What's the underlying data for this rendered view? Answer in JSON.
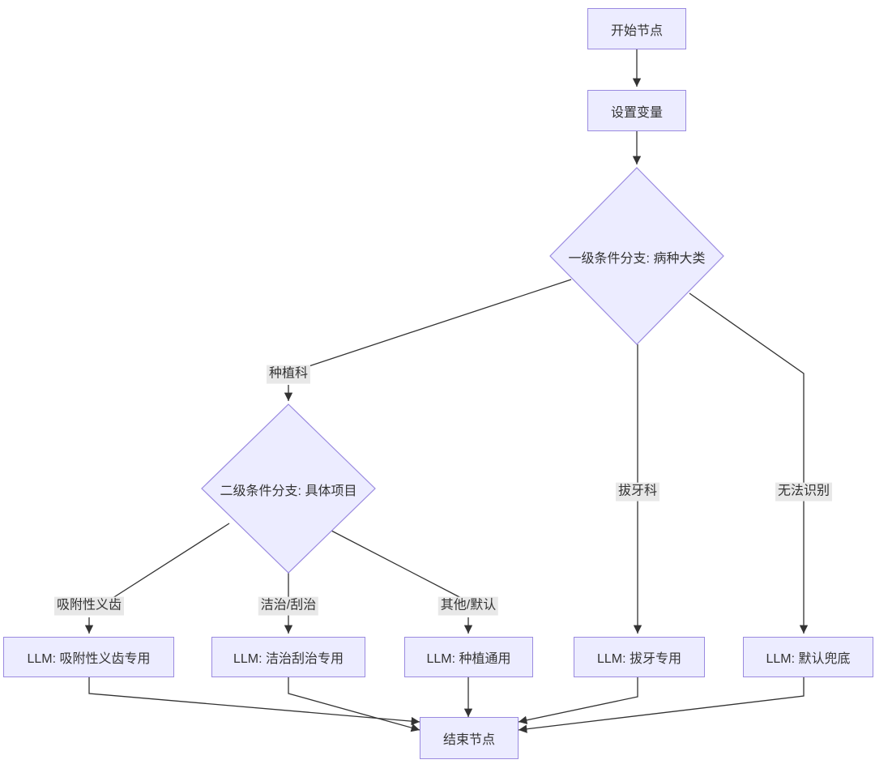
{
  "diagram": {
    "type": "flowchart",
    "colors": {
      "background": "#ffffff",
      "node_fill": "#ECECFF",
      "node_border": "#9a8ae0",
      "edge_line": "#333333",
      "edge_label_bg": "#e8e8e8",
      "text": "#333333"
    },
    "nodes": {
      "start": {
        "label": "开始节点",
        "shape": "rect"
      },
      "set_vars": {
        "label": "设置变量",
        "shape": "rect"
      },
      "level1_branch": {
        "label": "一级条件分支: 病种大类",
        "shape": "diamond"
      },
      "level2_branch": {
        "label": "二级条件分支: 具体项目",
        "shape": "diamond"
      },
      "llm_suction_denture": {
        "label": "LLM: 吸附性义齿专用",
        "shape": "rect"
      },
      "llm_scaling": {
        "label": "LLM: 洁治刮治专用",
        "shape": "rect"
      },
      "llm_implant_general": {
        "label": "LLM: 种植通用",
        "shape": "rect"
      },
      "llm_extraction": {
        "label": "LLM: 拔牙专用",
        "shape": "rect"
      },
      "llm_default_fallback": {
        "label": "LLM: 默认兜底",
        "shape": "rect"
      },
      "end": {
        "label": "结束节点",
        "shape": "rect"
      }
    },
    "edge_labels": {
      "implant_dept": "种植科",
      "extraction_dept": "拔牙科",
      "unrecognized": "无法识别",
      "suction_denture": "吸附性义齿",
      "scaling_curettage": "洁治/刮治",
      "other_default": "其他/默认"
    },
    "edges": [
      {
        "from": "start",
        "to": "set_vars"
      },
      {
        "from": "set_vars",
        "to": "level1_branch"
      },
      {
        "from": "level1_branch",
        "to": "level2_branch",
        "label": "种植科"
      },
      {
        "from": "level1_branch",
        "to": "llm_extraction",
        "label": "拔牙科"
      },
      {
        "from": "level1_branch",
        "to": "llm_default_fallback",
        "label": "无法识别"
      },
      {
        "from": "level2_branch",
        "to": "llm_suction_denture",
        "label": "吸附性义齿"
      },
      {
        "from": "level2_branch",
        "to": "llm_scaling",
        "label": "洁治/刮治"
      },
      {
        "from": "level2_branch",
        "to": "llm_implant_general",
        "label": "其他/默认"
      },
      {
        "from": "llm_suction_denture",
        "to": "end"
      },
      {
        "from": "llm_scaling",
        "to": "end"
      },
      {
        "from": "llm_implant_general",
        "to": "end"
      },
      {
        "from": "llm_extraction",
        "to": "end"
      },
      {
        "from": "llm_default_fallback",
        "to": "end"
      }
    ]
  }
}
